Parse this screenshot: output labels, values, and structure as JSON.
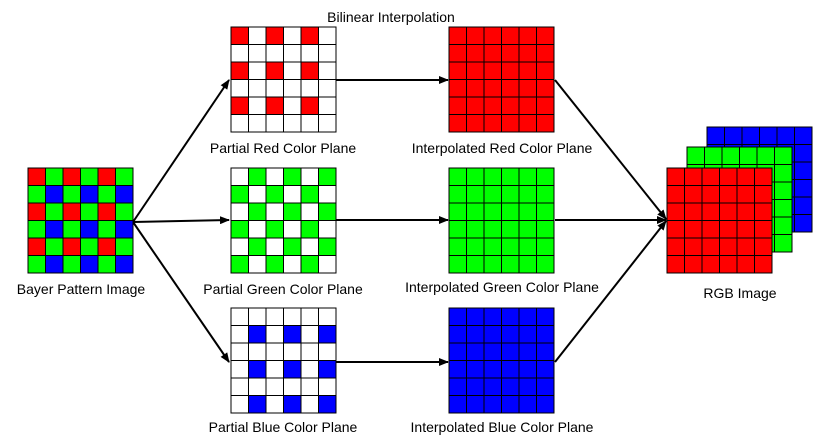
{
  "title": "Bilinear Interpolation",
  "labels": {
    "bayer": "Bayer Pattern Image",
    "partial_red": "Partial Red Color Plane",
    "partial_green": "Partial Green Color Plane",
    "partial_blue": "Partial Blue Color Plane",
    "interp_red": "Interpolated Red Color Plane",
    "interp_green": "Interpolated Green Color Plane",
    "interp_blue": "Interpolated Blue Color Plane",
    "rgb": "RGB Image"
  },
  "colors": {
    "red": "#ff0000",
    "green": "#00ff00",
    "blue": "#0000ff",
    "empty": "#ffffff",
    "grid_line": "#000000",
    "arrow": "#000000"
  },
  "grid_size": 6,
  "bayer_pattern": [
    [
      "R",
      "G",
      "R",
      "G",
      "R",
      "G"
    ],
    [
      "G",
      "B",
      "G",
      "B",
      "G",
      "B"
    ],
    [
      "R",
      "G",
      "R",
      "G",
      "R",
      "G"
    ],
    [
      "G",
      "B",
      "G",
      "B",
      "G",
      "B"
    ],
    [
      "R",
      "G",
      "R",
      "G",
      "R",
      "G"
    ],
    [
      "G",
      "B",
      "G",
      "B",
      "G",
      "B"
    ]
  ]
}
